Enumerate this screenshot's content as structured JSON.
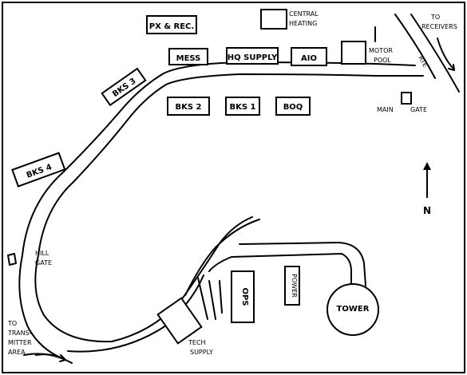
{
  "labels": {
    "px_rec": "PX & REC.",
    "central_heating_1": "CENTRAL",
    "central_heating_2": "HEATING",
    "to_receivers_1": "TO",
    "to_receivers_2": "RECEIVERS",
    "mess": "MESS",
    "hq_supply": "HQ SUPPLY",
    "aio": "AIO",
    "motor_pool_1": "MOTOR",
    "motor_pool_2": "POOL",
    "rte": "RTE",
    "bks3": "BKS 3",
    "bks2": "BKS 2",
    "bks1": "BKS 1",
    "boq": "BOQ",
    "main_gate_1": "MAIN",
    "main_gate_2": "GATE",
    "bks4": "BKS 4",
    "north": "N",
    "hill_gate_1": "HILL",
    "hill_gate_2": "GATE",
    "ops": "OPS",
    "power": "POWER",
    "tower": "TOWER",
    "tech_supply_1": "TECH",
    "tech_supply_2": "SUPPLY",
    "to_transmitter_1": "TO",
    "to_transmitter_2": "TRANS-",
    "to_transmitter_3": "MITTER",
    "to_transmitter_4": "AREA"
  }
}
